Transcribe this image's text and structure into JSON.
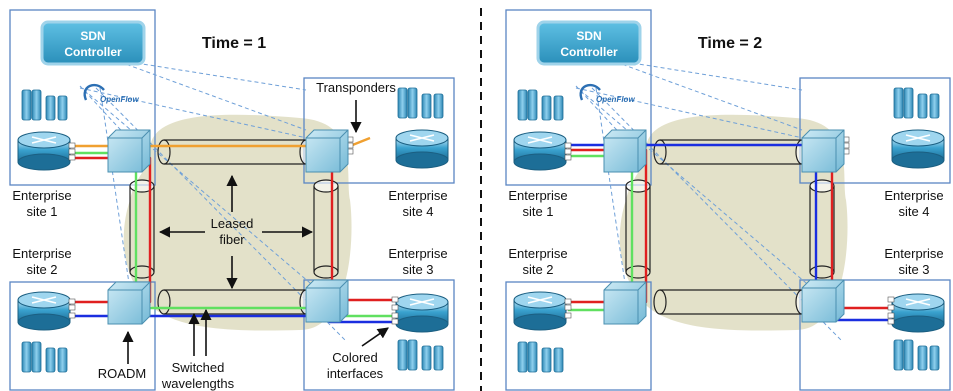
{
  "panels": [
    {
      "title": "Time = 1",
      "controller": [
        "SDN",
        "Controller"
      ],
      "protocol": "OpenFlow",
      "sites": [
        [
          "Enterprise",
          "site 1"
        ],
        [
          "Enterprise",
          "site 2"
        ],
        [
          "Enterprise",
          "site 3"
        ],
        [
          "Enterprise",
          "site 4"
        ]
      ],
      "callouts": {
        "transponders": "Transponders",
        "leased_fiber": [
          "Leased",
          "fiber"
        ],
        "roadm": "ROADM",
        "switched_wavelengths": [
          "Switched",
          "wavelengths"
        ],
        "colored_interfaces": [
          "Colored",
          "interfaces"
        ]
      }
    },
    {
      "title": "Time = 2",
      "controller": [
        "SDN",
        "Controller"
      ],
      "protocol": "OpenFlow",
      "sites": [
        [
          "Enterprise",
          "site 1"
        ],
        [
          "Enterprise",
          "site 2"
        ],
        [
          "Enterprise",
          "site 3"
        ],
        [
          "Enterprise",
          "site 4"
        ]
      ]
    }
  ],
  "colors": {
    "site_border": "#5b86c4",
    "controller_fill": "#3a9fc8",
    "leased_area": "#dedcc0",
    "lightpath_orange": "#f0a030",
    "lightpath_red": "#e02020",
    "lightpath_green": "#60e060",
    "lightpath_blue": "#1a2ee0",
    "control_link": "#6fa0d8",
    "divider": "#111111"
  }
}
